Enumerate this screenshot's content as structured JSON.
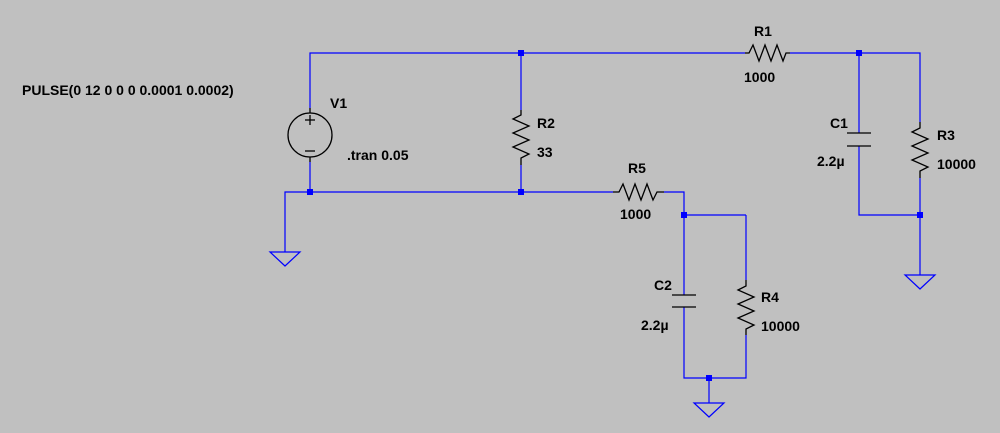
{
  "source": {
    "name": "V1",
    "value": "PULSE(0 12 0 0 0 0.0001 0.0002)"
  },
  "directive": ".tran 0.05",
  "components": {
    "R1": {
      "name": "R1",
      "value": "1000"
    },
    "R2": {
      "name": "R2",
      "value": "33"
    },
    "R3": {
      "name": "R3",
      "value": "10000"
    },
    "R4": {
      "name": "R4",
      "value": "10000"
    },
    "R5": {
      "name": "R5",
      "value": "1000"
    },
    "C1": {
      "name": "C1",
      "value": "2.2µ"
    },
    "C2": {
      "name": "C2",
      "value": "2.2µ"
    }
  },
  "colors": {
    "background": "#c0c0c0",
    "wire": "#0000ff",
    "component": "#000000"
  }
}
